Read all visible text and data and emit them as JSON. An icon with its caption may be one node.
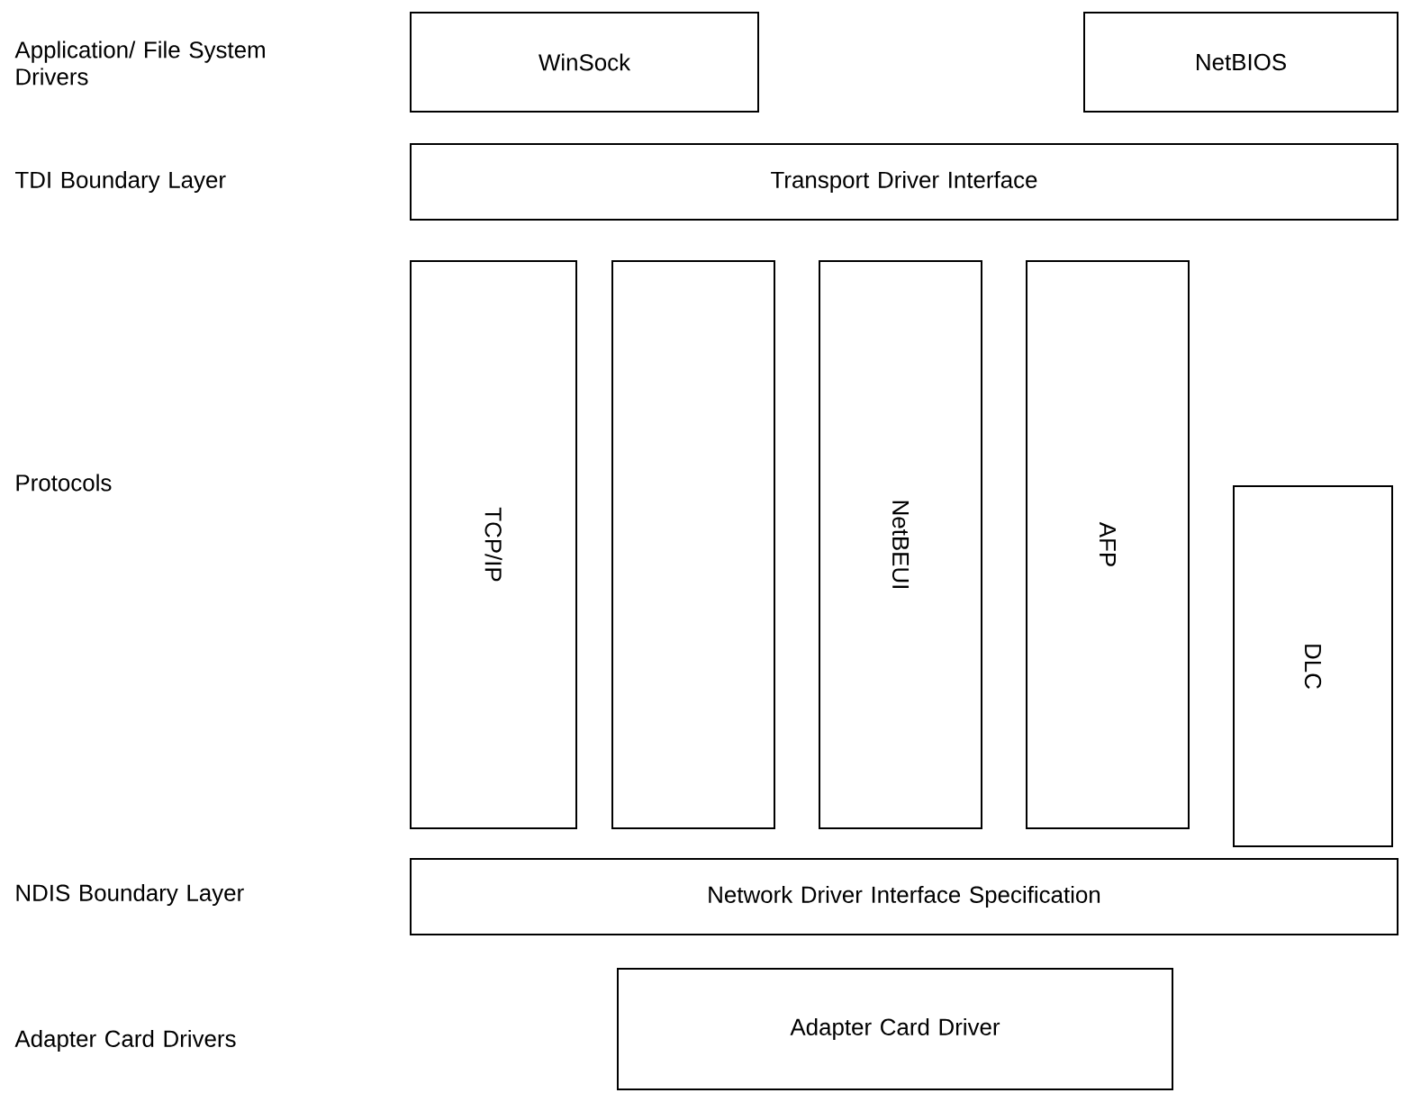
{
  "diagram": {
    "nodes": [
      {
        "text": [
          "WinSock"
        ]
      },
      {
        "text": [
          "NetBIOS"
        ]
      },
      {
        "text": [
          "Transport Driver Interface"
        ]
      },
      {
        "text": [
          "TCP/IP"
        ]
      },
      {
        "text": [],
        "shape": "box"
      },
      {
        "text": [
          "NetBEUI"
        ]
      },
      {
        "text": [
          "AFP"
        ]
      },
      {
        "text": [
          "DLC"
        ]
      },
      {
        "text": [
          "Network Driver Interface Specification"
        ]
      },
      {
        "text": [
          "Adapter Card Driver"
        ]
      }
    ],
    "labels": [
      "Application/ File System Drivers",
      "TDI Boundary Layer",
      "Protocols",
      "NDIS Boundary Layer",
      "Adapter Card Drivers"
    ]
  }
}
